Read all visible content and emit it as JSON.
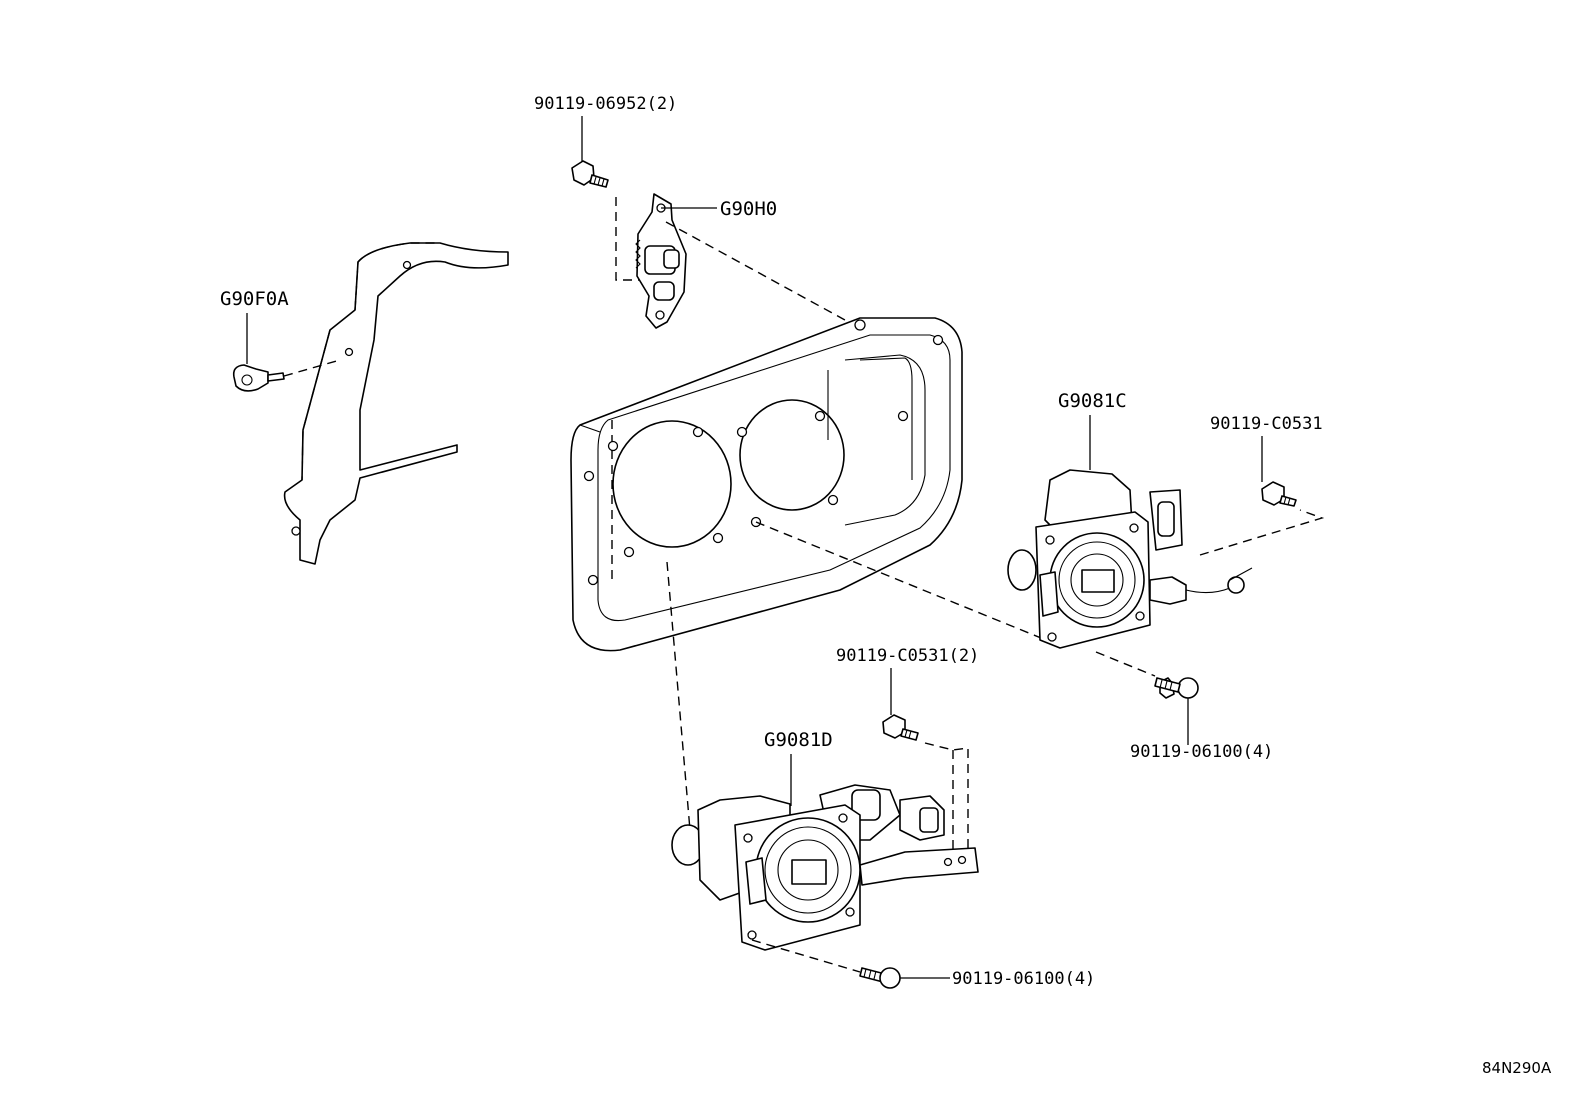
{
  "labels": {
    "bolt_top": "90119-06952(2)",
    "bracket_g90h0": "G90H0",
    "clip_g90f0a": "G90F0A",
    "lamp_g9081c": "G9081C",
    "bolt_right": "90119-C0531",
    "bolt_mid": "90119-C0531(2)",
    "lamp_g9081d": "G9081D",
    "bolt_right_screw": "90119-06100(4)",
    "bolt_bottom_screw": "90119-06100(4)"
  },
  "diagram_ref": "84N290A"
}
